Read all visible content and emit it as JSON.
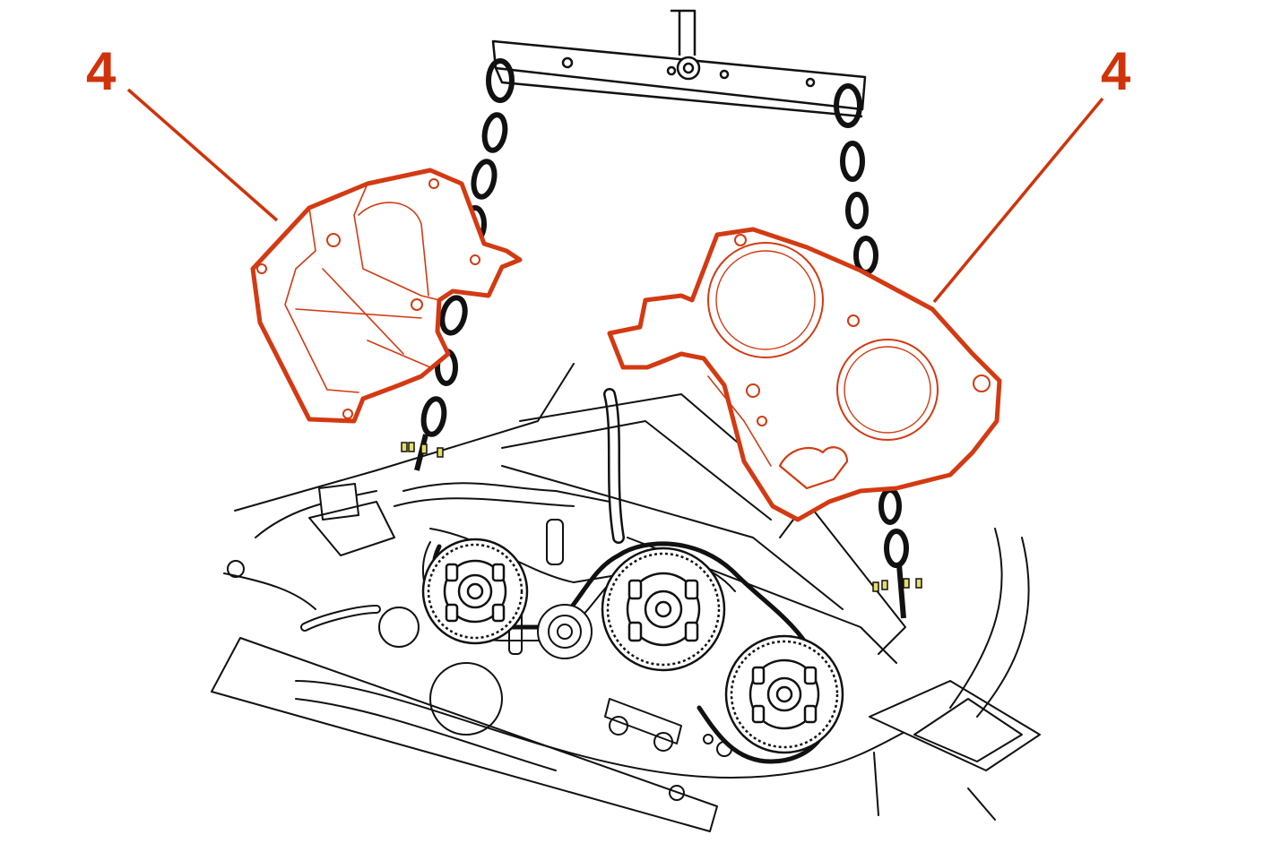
{
  "callouts": [
    {
      "label": "4",
      "target": "left-timing-belt-cover"
    },
    {
      "label": "4",
      "target": "right-timing-belt-cover"
    }
  ],
  "colors": {
    "callout": "#d0330a",
    "cover_stroke": "#d43a12",
    "linework": "#111111",
    "bolt_accent": "#e6dd66"
  }
}
